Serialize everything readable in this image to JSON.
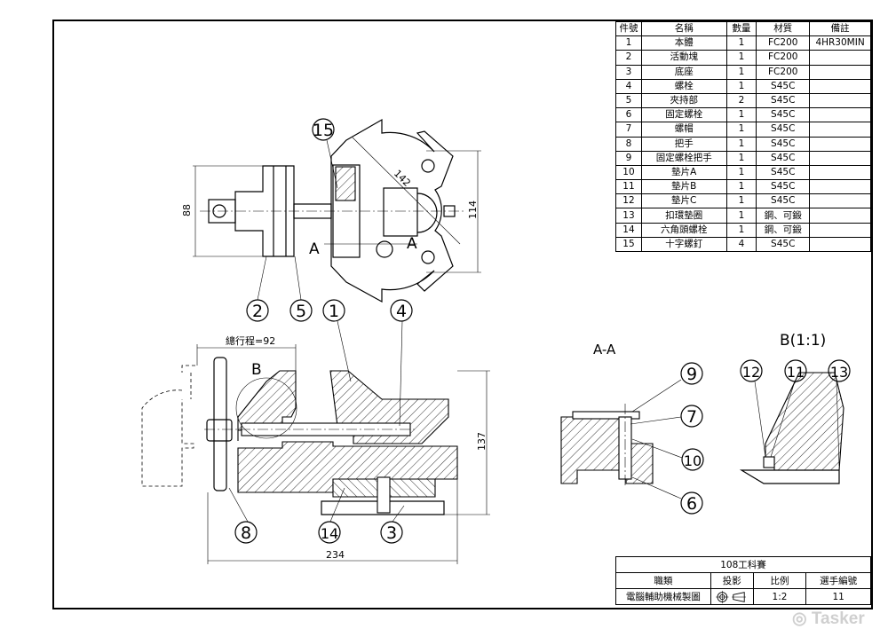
{
  "parts_table": {
    "headers": [
      "件號",
      "名稱",
      "數量",
      "材質",
      "備註"
    ],
    "rows": [
      [
        "1",
        "本體",
        "1",
        "FC200",
        "4HR30MIN"
      ],
      [
        "2",
        "活動塊",
        "1",
        "FC200",
        ""
      ],
      [
        "3",
        "底座",
        "1",
        "FC200",
        ""
      ],
      [
        "4",
        "螺栓",
        "1",
        "S45C",
        ""
      ],
      [
        "5",
        "夾持部",
        "2",
        "S45C",
        ""
      ],
      [
        "6",
        "固定螺栓",
        "1",
        "S45C",
        ""
      ],
      [
        "7",
        "螺帽",
        "1",
        "S45C",
        ""
      ],
      [
        "8",
        "把手",
        "1",
        "S45C",
        ""
      ],
      [
        "9",
        "固定螺栓把手",
        "1",
        "S45C",
        ""
      ],
      [
        "10",
        "墊片A",
        "1",
        "S45C",
        ""
      ],
      [
        "11",
        "墊片B",
        "1",
        "S45C",
        ""
      ],
      [
        "12",
        "墊片C",
        "1",
        "S45C",
        ""
      ],
      [
        "13",
        "扣環墊圈",
        "1",
        "鋼、可鍛",
        ""
      ],
      [
        "14",
        "六角頭螺栓",
        "1",
        "鋼、可鍛",
        ""
      ],
      [
        "15",
        "十字螺釘",
        "4",
        "S45C",
        ""
      ]
    ]
  },
  "title_block": {
    "event": "108工科賽",
    "category_label": "職類",
    "projection_label": "投影",
    "scale_label": "比例",
    "player_no_label": "選手編號",
    "category": "電腦輔助機械製圖",
    "scale": "1:2",
    "player_no": "11"
  },
  "dimensions": {
    "top_height": "88",
    "top_overall": "114",
    "diagonal": "142",
    "travel": "總行程=92",
    "front_height": "137",
    "front_length": "234"
  },
  "labels": {
    "section_a_left": "A",
    "section_a_right": "A",
    "detail_b": "B",
    "section_aa_title": "A-A",
    "detail_b_title": "B(1:1)"
  },
  "balloons": {
    "b1": "1",
    "b2": "2",
    "b3": "3",
    "b4": "4",
    "b5": "5",
    "b6": "6",
    "b7": "7",
    "b8": "8",
    "b9": "9",
    "b10": "10",
    "b11": "11",
    "b12": "12",
    "b13": "13",
    "b14": "14",
    "b15": "15"
  },
  "watermark": "Tasker"
}
